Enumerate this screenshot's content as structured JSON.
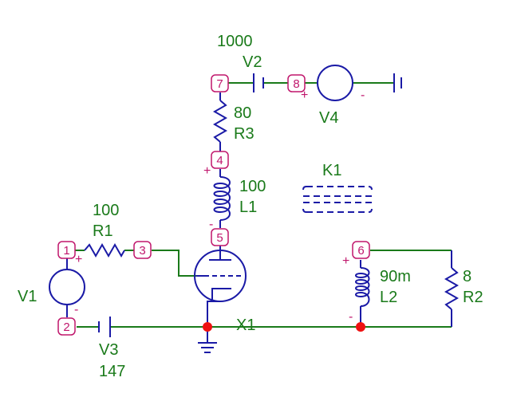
{
  "colors": {
    "wire": "#1a7a1a",
    "component": "#1a1aa6",
    "node_label": "#c0166c",
    "junction": "#ee1111",
    "background": "#ffffff"
  },
  "nodes": [
    "1",
    "2",
    "3",
    "4",
    "5",
    "6",
    "7",
    "8"
  ],
  "components": {
    "V1": {
      "name": "V1",
      "polarity_plus": "+",
      "polarity_minus": "-"
    },
    "V2": {
      "name": "V2",
      "value": "1000"
    },
    "V3": {
      "name": "V3",
      "value": "147"
    },
    "V4": {
      "name": "V4",
      "polarity_plus": "+",
      "polarity_minus": "-"
    },
    "R1": {
      "name": "R1",
      "value": "100"
    },
    "R2": {
      "name": "R2",
      "value": "8"
    },
    "R3": {
      "name": "R3",
      "value": "80"
    },
    "L1": {
      "name": "L1",
      "value": "100",
      "polarity_plus": "+",
      "polarity_minus": "-"
    },
    "L2": {
      "name": "L2",
      "value": "90m",
      "polarity_plus": "+",
      "polarity_minus": "-"
    },
    "K1": {
      "name": "K1"
    },
    "X1": {
      "name": "X1"
    }
  }
}
